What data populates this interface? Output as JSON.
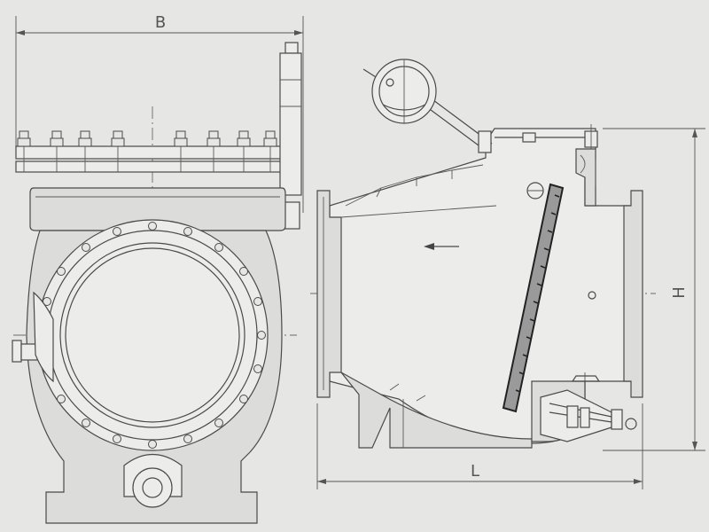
{
  "drawing": {
    "dimension_labels": {
      "width": "B",
      "length": "L",
      "height": "H"
    }
  }
}
